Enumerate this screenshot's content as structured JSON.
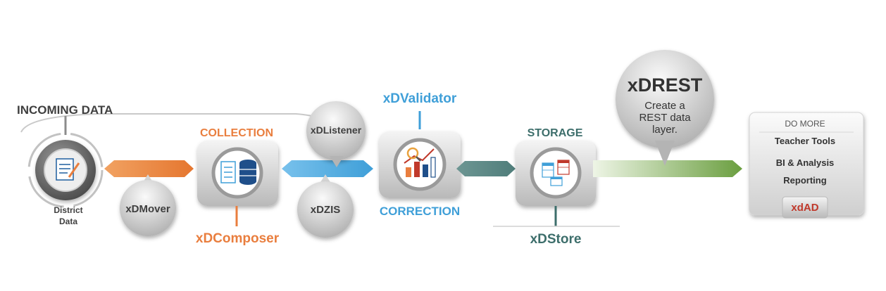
{
  "incoming": {
    "title": "INCOMING DATA",
    "label_line1": "District",
    "label_line2": "Data"
  },
  "mover": {
    "label": "xDMover"
  },
  "collection": {
    "title": "COLLECTION",
    "tool": "xDComposer"
  },
  "listener": {
    "label": "xDListener"
  },
  "dzis": {
    "label": "xDZIS"
  },
  "correction": {
    "title": "CORRECTION",
    "tool": "xDValidator"
  },
  "storage": {
    "title": "STORAGE",
    "tool": "xDStore"
  },
  "rest": {
    "title": "xDREST",
    "line1": "Create a",
    "line2": "REST data",
    "line3": "layer."
  },
  "domore": {
    "title": "DO MORE",
    "items": [
      "Teacher Tools",
      "BI & Analysis",
      "Reporting"
    ],
    "badge": "xdAD"
  },
  "colors": {
    "orange": "#e97e3e",
    "blue": "#3f9fd8",
    "teal": "#3d6e6b",
    "green": "#6a9e3f",
    "red": "#c0392b",
    "dark": "#3f3f3f",
    "gray": "#8c8c8c"
  },
  "icons": [
    "document-pen-icon",
    "database-stack-icon",
    "magnifier-chart-icon",
    "table-grid-icon"
  ]
}
